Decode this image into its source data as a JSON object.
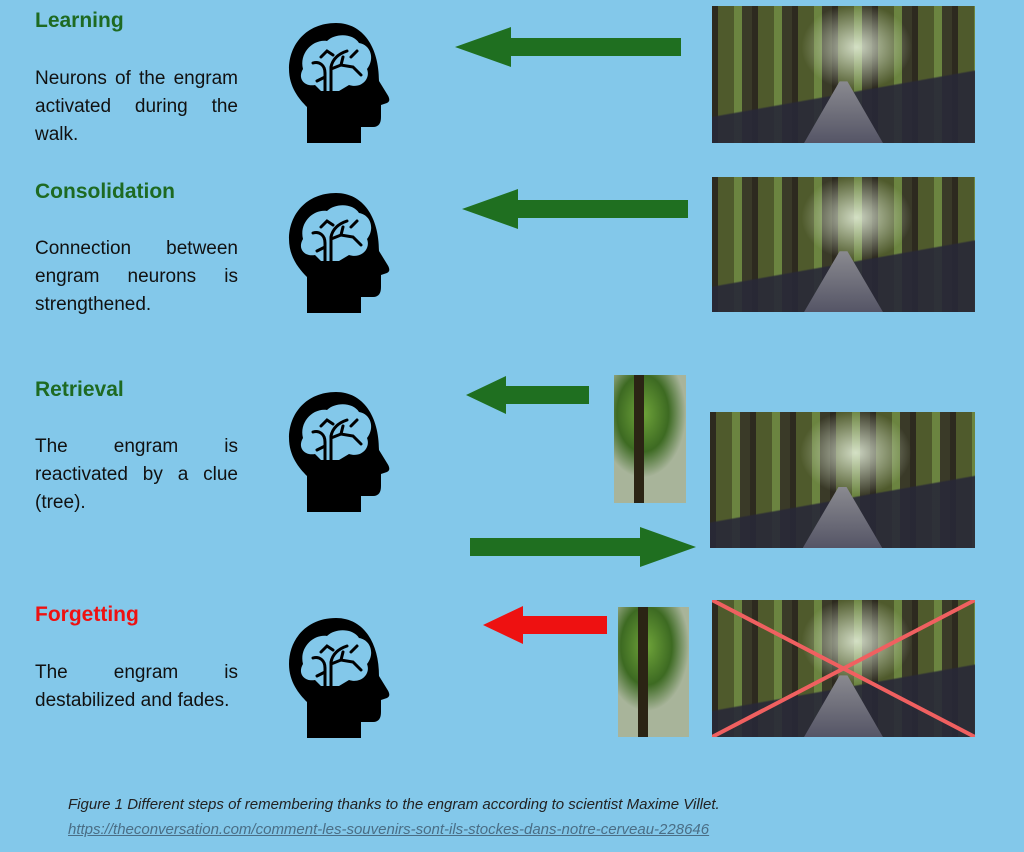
{
  "steps": [
    {
      "title": "Learning",
      "description": "Neurons of the engram activated during the walk."
    },
    {
      "title": "Consolidation",
      "description": "Connection between engram neurons is strengthened."
    },
    {
      "title": "Retrieval",
      "description": "The engram is reactivated by a clue (tree)."
    },
    {
      "title": "Forgetting",
      "description": "The engram is destabilized and fades."
    }
  ],
  "caption": "Figure 1 Different steps of remembering thanks to the engram according to scientist Maxime Villet.",
  "link": "https://theconversation.com/comment-les-souvenirs-sont-ils-stockes-dans-notre-cerveau-228646",
  "colors": {
    "background": "#83c8ea",
    "green": "#1e6a22",
    "arrow_green": "#1f6f20",
    "red": "#ee1111",
    "cross": "#f06060"
  }
}
